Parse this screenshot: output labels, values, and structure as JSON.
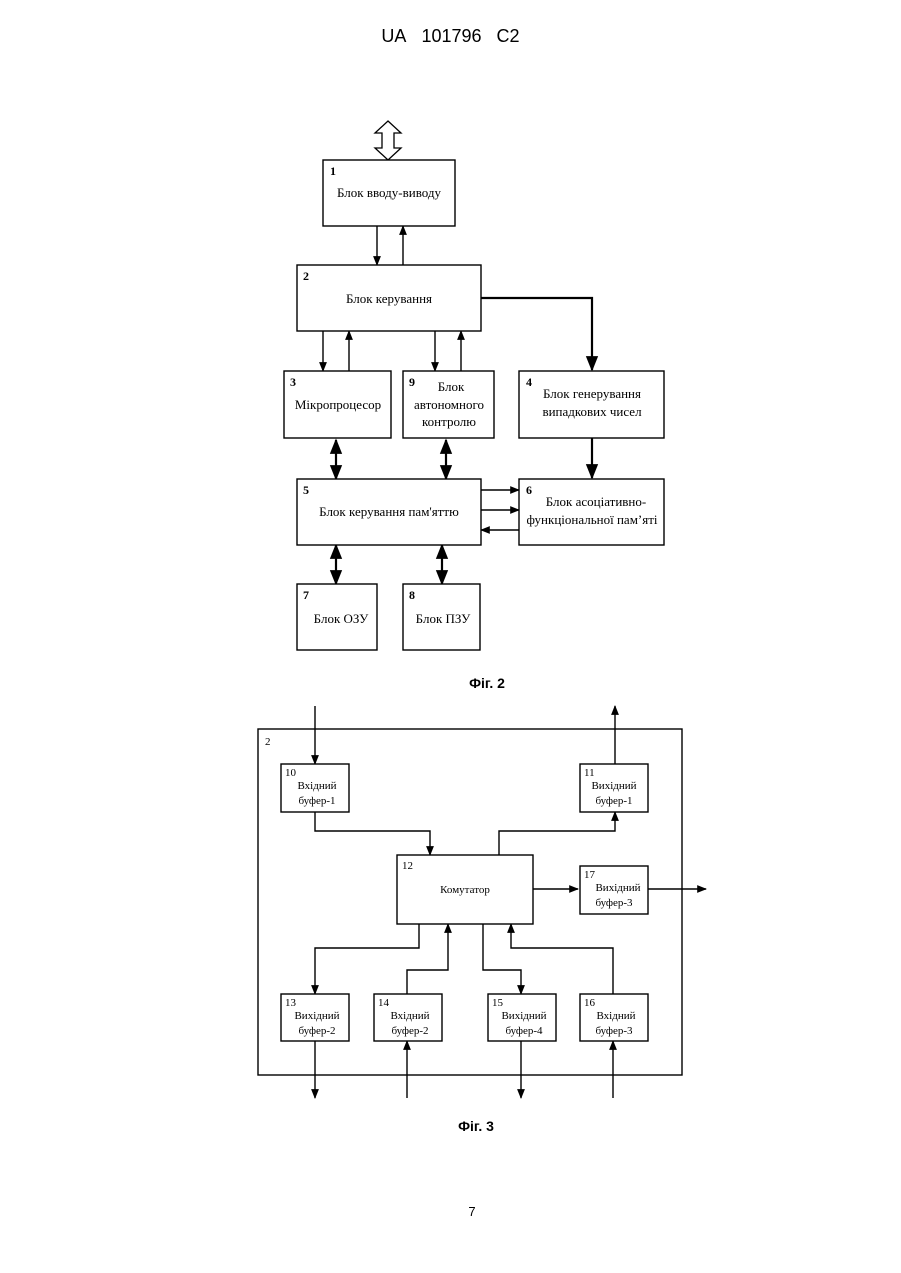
{
  "header": {
    "patent_office": "UA",
    "patent_number": "101796",
    "patent_kind": "C2"
  },
  "fig2": {
    "caption": "Фіг. 2",
    "blocks": [
      {
        "id": "b1",
        "num": "1",
        "lines": [
          "Блок вводу-виводу"
        ]
      },
      {
        "id": "b2",
        "num": "2",
        "lines": [
          "Блок керування"
        ]
      },
      {
        "id": "b3",
        "num": "3",
        "lines": [
          "Мікропроцесор"
        ]
      },
      {
        "id": "b9",
        "num": "9",
        "lines": [
          "Блок",
          "автономного",
          "контролю"
        ]
      },
      {
        "id": "b4",
        "num": "4",
        "lines": [
          "Блок генерування",
          "випадкових чисел"
        ]
      },
      {
        "id": "b5",
        "num": "5",
        "lines": [
          "Блок керування пам'яттю"
        ]
      },
      {
        "id": "b6",
        "num": "6",
        "lines": [
          "Блок асоціативно-",
          "функціональної пам’яті"
        ]
      },
      {
        "id": "b7",
        "num": "7",
        "lines": [
          "Блок ОЗУ"
        ]
      },
      {
        "id": "b8",
        "num": "8",
        "lines": [
          "Блок ПЗУ"
        ]
      }
    ]
  },
  "fig3": {
    "caption": "Фіг. 3",
    "outer_num": "2",
    "blocks": [
      {
        "id": "c10",
        "num": "10",
        "lines": [
          "Вхідний",
          "буфер-1"
        ]
      },
      {
        "id": "c11",
        "num": "11",
        "lines": [
          "Вихідний",
          "буфер-1"
        ]
      },
      {
        "id": "c12",
        "num": "12",
        "lines": [
          "Комутатор"
        ]
      },
      {
        "id": "c17",
        "num": "17",
        "lines": [
          "Вихідний",
          "буфер-3"
        ]
      },
      {
        "id": "c13",
        "num": "13",
        "lines": [
          "Вихідний",
          "буфер-2"
        ]
      },
      {
        "id": "c14",
        "num": "14",
        "lines": [
          "Вхідний",
          "буфер-2"
        ]
      },
      {
        "id": "c15",
        "num": "15",
        "lines": [
          "Вихідний",
          "буфер-4"
        ]
      },
      {
        "id": "c16",
        "num": "16",
        "lines": [
          "Вхідний",
          "буфер-3"
        ]
      }
    ]
  },
  "footer": {
    "page_number": "7"
  }
}
